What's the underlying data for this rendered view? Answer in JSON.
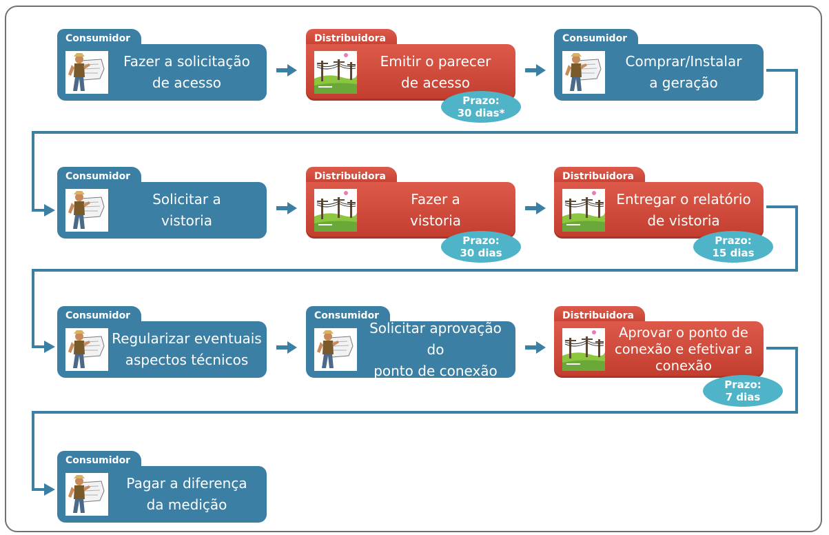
{
  "colors": {
    "consumidor": "#3b7fa4",
    "distribuidora": "#c8402f",
    "deadline": "#4fb4c8",
    "connector": "#3b7fa4"
  },
  "steps": [
    {
      "actor": "Consumidor",
      "text": "Fazer a solicitação\nde acesso",
      "icon": "consumer-figure-icon"
    },
    {
      "actor": "Distribuidora",
      "text": "Emitir o parecer\nde acesso",
      "icon": "power-lines-icon",
      "deadline": "Prazo:\n30 dias*"
    },
    {
      "actor": "Consumidor",
      "text": "Comprar/Instalar\na geração",
      "icon": "consumer-figure-icon"
    },
    {
      "actor": "Consumidor",
      "text": "Solicitar a\nvistoria",
      "icon": "consumer-figure-icon"
    },
    {
      "actor": "Distribuidora",
      "text": "Fazer a\nvistoria",
      "icon": "power-lines-icon",
      "deadline": "Prazo:\n30 dias"
    },
    {
      "actor": "Distribuidora",
      "text": "Entregar o relatório\nde vistoria",
      "icon": "power-lines-icon",
      "deadline": "Prazo:\n15 dias"
    },
    {
      "actor": "Consumidor",
      "text": "Regularizar eventuais\naspectos técnicos",
      "icon": "consumer-figure-icon"
    },
    {
      "actor": "Consumidor",
      "text": "Solicitar aprovação do\nponto de conexão",
      "icon": "consumer-figure-icon"
    },
    {
      "actor": "Distribuidora",
      "text": "Aprovar o ponto de\nconexão e efetivar a\nconexão",
      "icon": "power-lines-icon",
      "deadline": "Prazo:\n7 dias"
    },
    {
      "actor": "Consumidor",
      "text": "Pagar a diferença\nda medição",
      "icon": "consumer-figure-icon"
    }
  ]
}
